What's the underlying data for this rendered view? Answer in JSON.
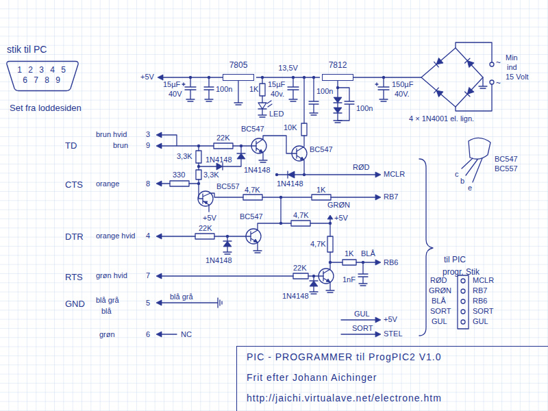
{
  "diagram": {
    "nodes": [
      {
        "text": [
          "1 2 3 4 5",
          "6 7 8 9"
        ]
      },
      {
        "text": [
          "7805"
        ]
      },
      {
        "text": [
          "7812"
        ]
      },
      {
        "text": [
          "PIC - PROGRAMMER til ProgPIC2 V1.0",
          "Frit efter Johann Aichinger",
          "http://jaichi.virtualave.net/electrone.htm"
        ]
      }
    ],
    "edges": [
      {
        "from": 1,
        "to": 2,
        "arrow": "none",
        "label": "13,5V"
      }
    ],
    "labels": [
      "stik til PC",
      "Set fra loddesiden",
      "+5V",
      "15µF",
      "40V",
      "100n",
      "1K",
      "LED",
      "15µF",
      "40v.",
      "100n",
      "100n",
      "150µF",
      "40V.",
      "~",
      "Min",
      "ind",
      "15 Volt",
      "~",
      "4 × 1N4001 el. lign.",
      "TD",
      "brun hvid",
      "3",
      "brun",
      "9",
      "22K",
      "BC547",
      "10K",
      "BC547",
      "3,3K",
      "1N4148",
      "1N4148",
      "3,3K",
      "1N4148",
      "RØD",
      "MCLR",
      "CTS",
      "orange",
      "8",
      "330",
      "BC557",
      "+5V",
      "4,7K",
      "1K",
      "GRØN",
      "RB7",
      "DTR",
      "orange hvid",
      "4",
      "22K",
      "1N4148",
      "BC547",
      "4,7K",
      "+5V",
      "4,7K",
      "RTS",
      "grøn hvid",
      "7",
      "22K",
      "1N4148",
      "1K",
      "BLÅ",
      "RB6",
      "1nF",
      "GND",
      "blå grå",
      "5",
      "blå",
      "blå grå",
      "grøn",
      "6",
      "NC",
      "GUL",
      "+5V",
      "SORT",
      "STEL",
      "c",
      "b",
      "e",
      "BC547",
      "BC557",
      "til PIC",
      "progr. Stik",
      "RØD",
      "GRØN",
      "BLÅ",
      "SORT",
      "GUL",
      "MCLR",
      "RB7",
      "RB6",
      "SORT",
      "GUL"
    ]
  }
}
